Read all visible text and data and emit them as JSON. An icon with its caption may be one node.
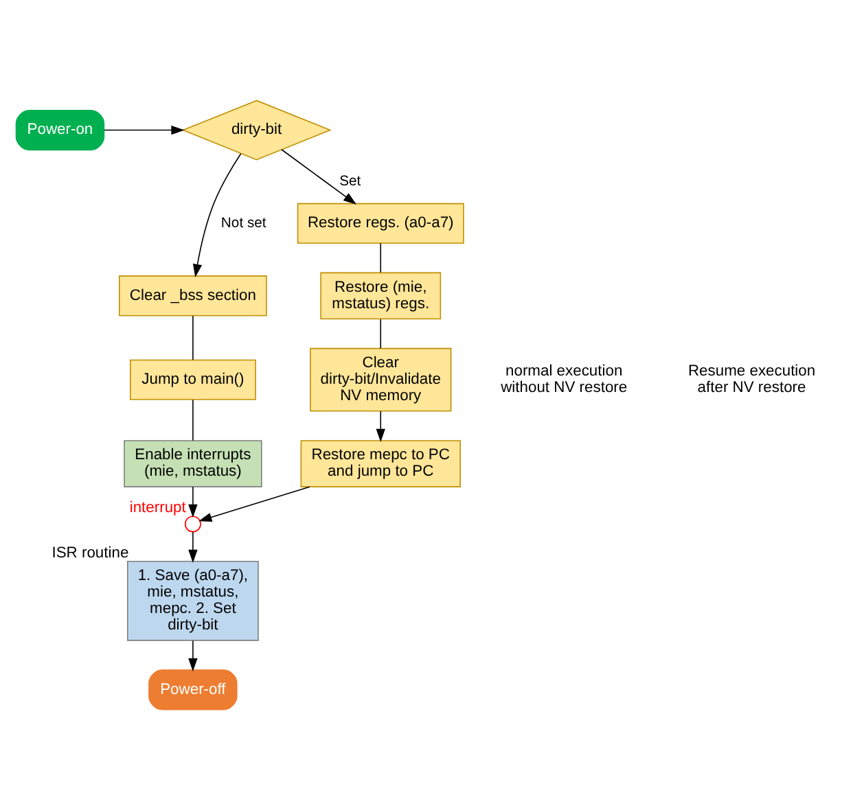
{
  "diagram": {
    "nodes": [
      {
        "text": [
          "Power-on"
        ]
      },
      {
        "text": [
          "dirty-bit"
        ]
      },
      {
        "text": [
          "Clear _bss section"
        ]
      },
      {
        "text": [
          "Jump to main()"
        ]
      },
      {
        "text": [
          "Enable interrupts (mie, mstatus)"
        ]
      },
      {
        "text": [
          "Restore regs. (a0-a7)"
        ]
      },
      {
        "text": [
          "Restore (mie, mstatus) regs."
        ]
      },
      {
        "text": [
          "Clear dirty-bit/Invalidate NV memory"
        ]
      },
      {
        "text": [
          "Restore mepc to PC and jump to PC"
        ]
      },
      {
        "text": [],
        "shape": "circle",
        "beside": [
          "interrupt"
        ]
      },
      {
        "text": [
          "1. Save (a0-a7), mie, mstatus, mepc. 2. Set dirty-bit"
        ],
        "beside": [
          "ISR routine"
        ]
      },
      {
        "text": [
          "Power-off"
        ]
      }
    ],
    "edges": [
      {
        "from": 0,
        "to": 1,
        "arrow": "to"
      },
      {
        "from": 1,
        "to": 2,
        "arrow": "to",
        "label": "Not set"
      },
      {
        "from": 1,
        "to": 5,
        "arrow": "to",
        "label": "Set"
      },
      {
        "from": 2,
        "to": 3,
        "arrow": "none"
      },
      {
        "from": 3,
        "to": 4,
        "arrow": "none"
      },
      {
        "from": 4,
        "to": 9,
        "arrow": "to"
      },
      {
        "from": 5,
        "to": 6,
        "arrow": "none"
      },
      {
        "from": 6,
        "to": 7,
        "arrow": "none"
      },
      {
        "from": 7,
        "to": 8,
        "arrow": "to"
      },
      {
        "from": 8,
        "to": 9,
        "arrow": "to"
      },
      {
        "from": 9,
        "to": 10,
        "arrow": "to"
      },
      {
        "from": 10,
        "to": 11,
        "arrow": "to"
      }
    ],
    "labels": [
      "normal execution without NV restore",
      "Resume execution after NV restore"
    ]
  }
}
